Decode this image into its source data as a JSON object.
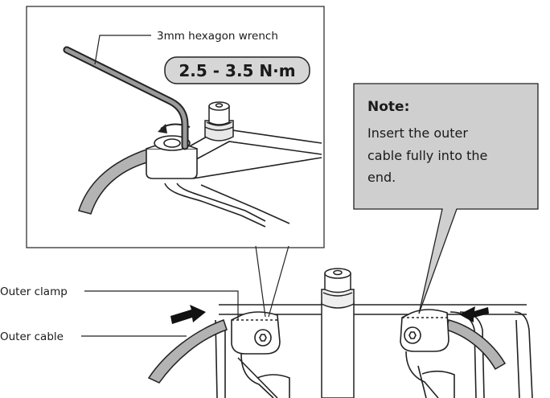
{
  "callouts": {
    "wrench_label": "3mm hexagon wrench",
    "torque": "2.5 - 3.5 N·m",
    "outer_clamp": "Outer clamp",
    "outer_cable": "Outer cable"
  },
  "note": {
    "title": "Note:",
    "lines": [
      "Insert the outer",
      "cable fully into the",
      "end."
    ]
  },
  "colors": {
    "note_bg": "#cfcfcf",
    "torque_bg": "#d6d6d6",
    "cable_fill": "#b3b3b3",
    "arrow": "#111111"
  }
}
